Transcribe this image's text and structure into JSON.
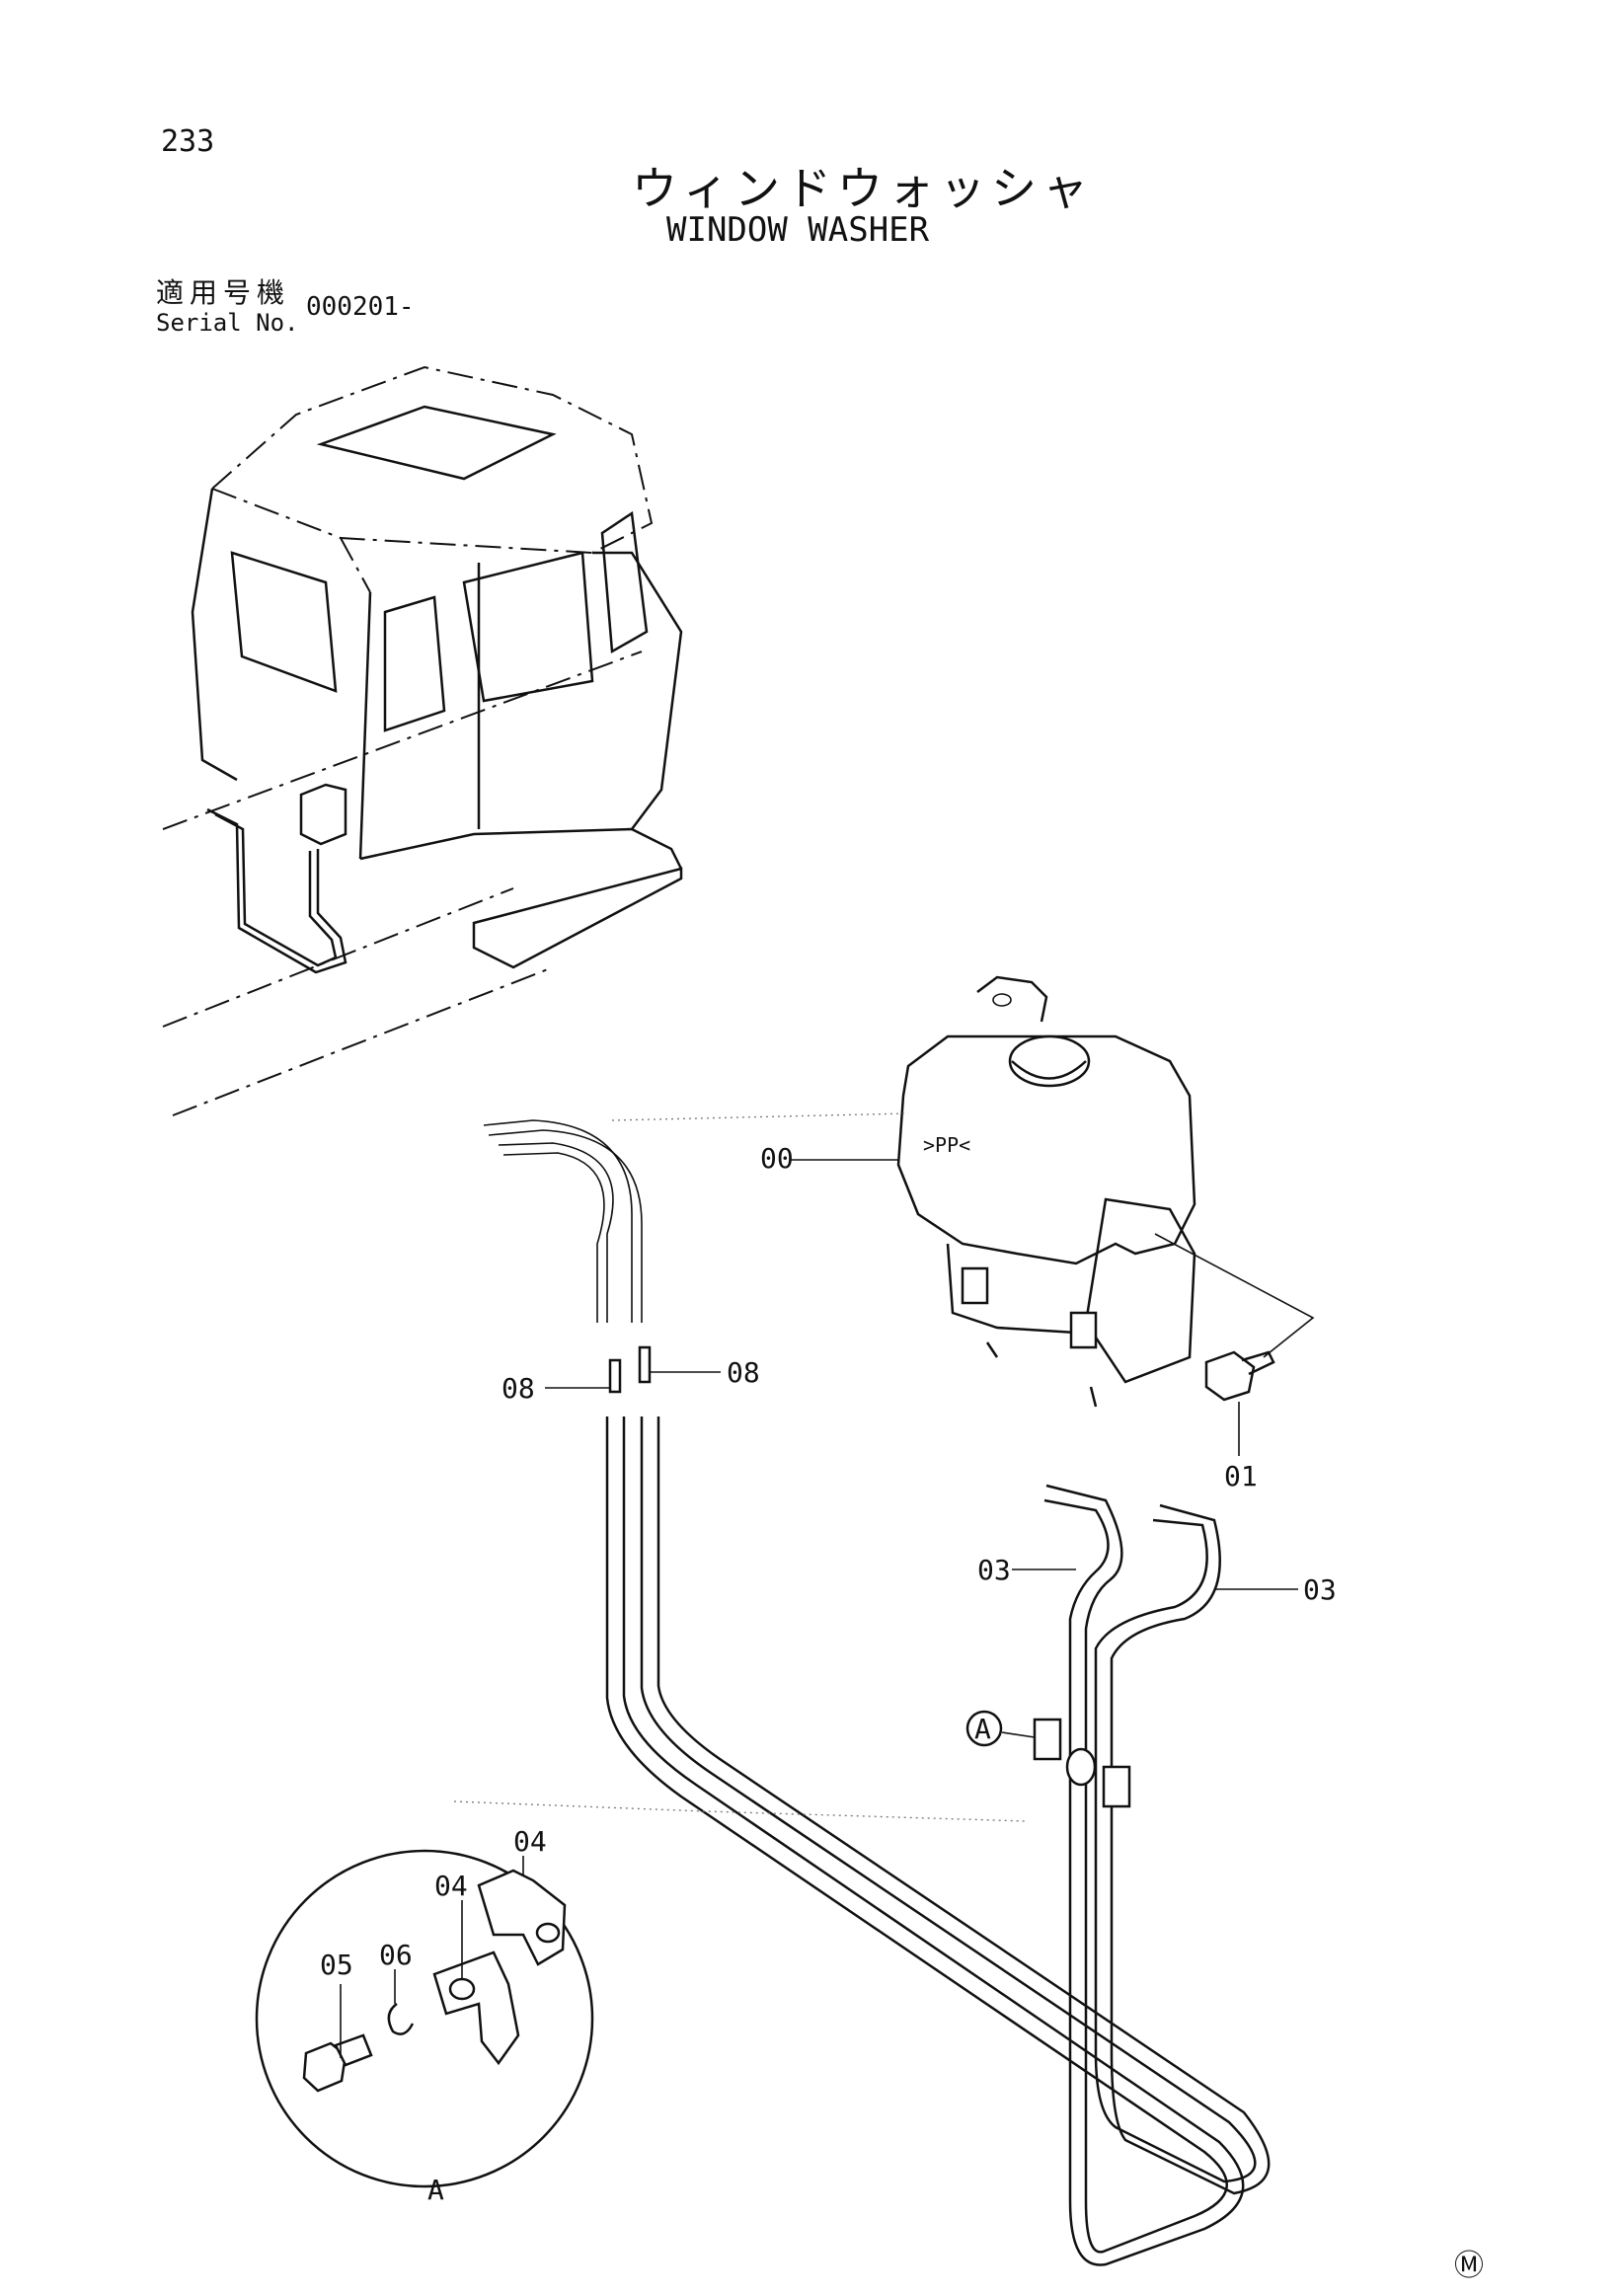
{
  "page": {
    "number": "233",
    "title_jp": "ウィンドウォッシャ",
    "title_en": "WINDOW WASHER",
    "serial_label_jp": "適用号機",
    "serial_label_en": "Serial No.",
    "serial_value": "000201-",
    "mark": "Ⓜ"
  },
  "callouts": {
    "tank": "00",
    "bolt": "01",
    "hose_left": "03",
    "hose_right": "03",
    "joint_left": "08",
    "joint_right": "08",
    "clamp_upper": "04",
    "clamp_lower": "04",
    "bolt_small": "05",
    "washer": "06",
    "detail_ref": "A",
    "detail_label": "A"
  }
}
